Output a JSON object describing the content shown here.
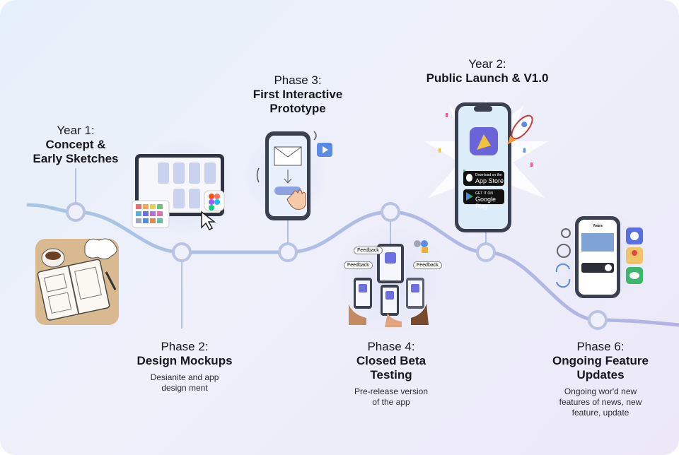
{
  "milestones": [
    {
      "phase": "Year 1:",
      "title": "Concept & Early Sketches",
      "title_lines": [
        "Concept &",
        "Early Sketches"
      ],
      "description": ""
    },
    {
      "phase": "Phase 2:",
      "title_lines": [
        "Design Mockups"
      ],
      "description_lines": [
        "Desianite and app",
        "design ment"
      ]
    },
    {
      "phase": "Phase 3:",
      "title_lines": [
        "First Interactive",
        "Prototype"
      ],
      "description": ""
    },
    {
      "phase": "Phase 4:",
      "title_lines": [
        "Closed Beta",
        "Testing"
      ],
      "description_lines": [
        "Pre-release version",
        "of the app"
      ]
    },
    {
      "phase": "Year 2:",
      "title_lines": [
        "Public Launch & V1.0"
      ],
      "description": ""
    },
    {
      "phase": "Phase 6:",
      "title_lines": [
        "Ongoing Feature",
        "Updates"
      ],
      "description_lines": [
        "Ongoing wor'd new",
        "features of news, new",
        "feature, update"
      ]
    }
  ],
  "illustrations": {
    "feedback_label": "Feedback",
    "app_store": {
      "small": "Download on the",
      "big": "App Store"
    },
    "google_play": {
      "small": "GET IT ON",
      "big": "Google Play"
    },
    "phone6_header": "Yours"
  },
  "colors": {
    "path": "#aab8de",
    "node_fill": "#eef0fa",
    "node_stroke": "#b9c3e4",
    "accent": "#6d6fe0"
  }
}
